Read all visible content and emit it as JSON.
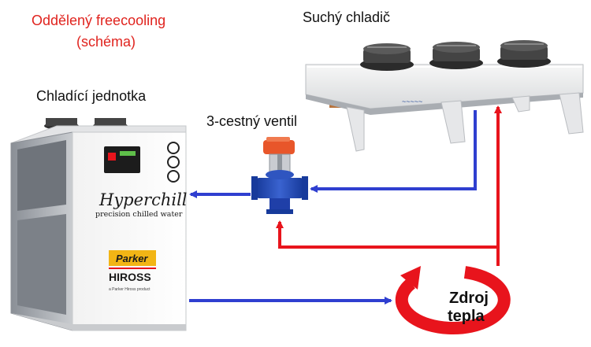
{
  "title": {
    "line1": "Oddělený freecooling",
    "line2": "(schéma)"
  },
  "labels": {
    "dry_cooler": "Suchý chladič",
    "chiller_unit": "Chladící jednotka",
    "valve": "3-cestný ventil",
    "heat_source_line1": "Zdroj",
    "heat_source_line2": "tepla"
  },
  "chiller": {
    "brand": "Hyperchill",
    "subtitle": "precision chilled water",
    "logo_top": "Parker",
    "logo_bottom": "HIROSS",
    "tagline": "a Parker Hiross product"
  },
  "colors": {
    "supply_line": "#e8141c",
    "return_line": "#2f3fd0",
    "title": "#e0231e",
    "valve_body": "#1f3fa8",
    "actuator": "#e8562a"
  },
  "icons": {
    "heat_source": "circular-arrow-icon",
    "valve": "valve-icon"
  }
}
